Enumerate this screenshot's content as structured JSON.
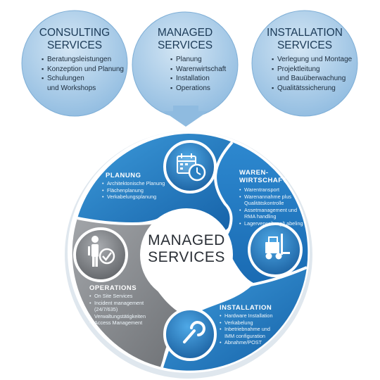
{
  "bubbles": [
    {
      "title1": "CONSULTING",
      "title2": "SERVICES",
      "items": [
        "Beratungsleistungen",
        "Konzeption und Planung",
        "Schulungen",
        "und Workshops"
      ]
    },
    {
      "title1": "MANAGED",
      "title2": "SERVICES",
      "items": [
        "Planung",
        "Warenwirtschaft",
        "Installation",
        "Operations"
      ]
    },
    {
      "title1": "INSTALLATION",
      "title2": "SERVICES",
      "items": [
        "Verlegung und Montage",
        "Projektleitung",
        "und Bauüberwachung",
        "Qualitätssicherung"
      ]
    }
  ],
  "center": {
    "line1": "MANAGED",
    "line2": "SERVICES"
  },
  "segments": {
    "planung": {
      "title": "PLANUNG",
      "items": [
        "Architektonische Planung",
        "Flächenplanung",
        "Verkabelungsplanung"
      ]
    },
    "warenwirtschaft": {
      "title1": "WAREN-",
      "title2": "WIRTSCHAFT",
      "items": [
        "Warentransport",
        "Warenannahme plus",
        "Qualitätskontrolle",
        "Assetmanagement und",
        "RMA handling",
        "Lagerverwaltung/Labeling"
      ]
    },
    "installation": {
      "title": "INSTALLATION",
      "items": [
        "Hardware Installation",
        "Verkabelung",
        "Inbetriebnahme und",
        "IMM configuration",
        "Abnahme/POST"
      ]
    },
    "operations": {
      "title": "OPERATIONS",
      "items": [
        "On Site Services",
        "Incident management",
        "(24/7/635)",
        "Verwaltungstätigkeiten",
        "Access Management"
      ]
    }
  },
  "colors": {
    "bubble": "#a9cbe6",
    "blue_dark": "#1f77b4",
    "blue_mid": "#3f9ad6",
    "gray": "#8c8f93",
    "icon_bg": "#2a7fc1"
  },
  "icons": [
    "calendar-clock-icon",
    "forklift-icon",
    "wrench-icon",
    "person-check-icon"
  ]
}
